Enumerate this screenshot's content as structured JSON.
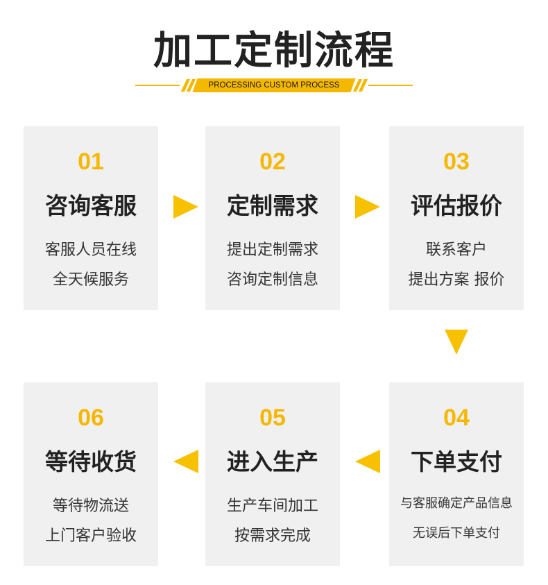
{
  "header": {
    "title": "加工定制流程",
    "subtitle": "PROCESSING CUSTOM PROCESS"
  },
  "colors": {
    "accent": "#f5b800",
    "card_bg": "#f0f0f0",
    "text": "#222222"
  },
  "steps": [
    {
      "num": "01",
      "name": "咨询客服",
      "line1": "客服人员在线",
      "line2": "全天候服务"
    },
    {
      "num": "02",
      "name": "定制需求",
      "line1": "提出定制需求",
      "line2": "咨询定制信息"
    },
    {
      "num": "03",
      "name": "评估报价",
      "line1": "联系客户",
      "line2": "提出方案 报价"
    },
    {
      "num": "04",
      "name": "下单支付",
      "line1": "与客服确定产品信息",
      "line2": "无误后下单支付"
    },
    {
      "num": "05",
      "name": "进入生产",
      "line1": "生产车间加工",
      "line2": "按需求完成"
    },
    {
      "num": "06",
      "name": "等待收货",
      "line1": "等待物流送",
      "line2": "上门客户验收"
    }
  ],
  "icons": [
    "arrow-right-icon",
    "arrow-down-icon",
    "arrow-left-icon"
  ]
}
